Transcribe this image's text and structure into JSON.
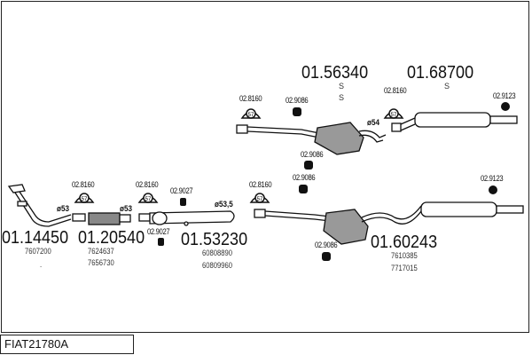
{
  "diagram": {
    "reference_code": "FIAT21780A",
    "parts": [
      {
        "number": "01.14450",
        "oe_numbers": [
          "7607200",
          "."
        ]
      },
      {
        "number": "01.20540",
        "oe_numbers": [
          "7624637",
          "7656730"
        ]
      },
      {
        "number": "01.53230",
        "oe_numbers": [
          "60808890",
          "60809960"
        ]
      },
      {
        "number": "01.56340",
        "oe_numbers": [],
        "notes": [
          "S",
          "S"
        ]
      },
      {
        "number": "01.68700",
        "oe_numbers": [],
        "notes": [
          "S"
        ]
      },
      {
        "number": "01.60243",
        "oe_numbers": [
          "7610385",
          "7717015"
        ]
      }
    ],
    "accessories": {
      "clamp_a": "02.8160",
      "clamp_b": "02.8160",
      "clamp_c": "02.8160",
      "clamp_d": "02.8160",
      "clamp_e": "02.8160",
      "hanger_a": "02.9027",
      "hanger_b": "02.9027",
      "rubber_a": "02.9086",
      "rubber_b": "02.9086",
      "rubber_c": "02.9086",
      "rubber_d": "02.9086",
      "bracket_a": "02.9123",
      "bracket_b": "02.9123"
    },
    "clamp_size": "57",
    "diameters": {
      "d1": "ø53",
      "d2": "ø53",
      "d3": "ø53,5",
      "d4": "ø54"
    }
  }
}
